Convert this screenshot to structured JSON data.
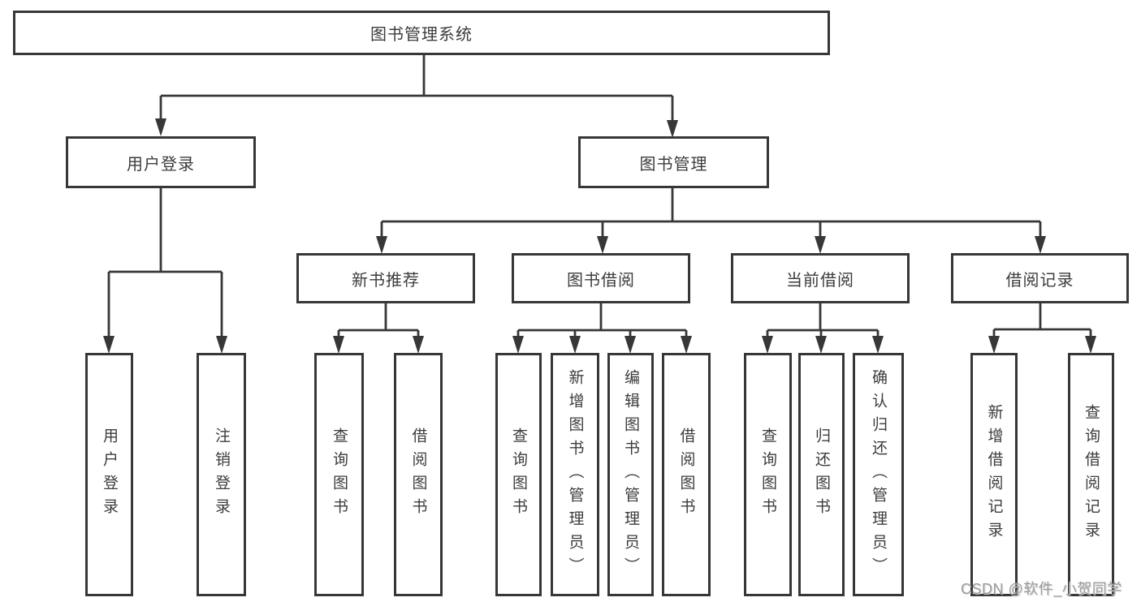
{
  "diagram_title": "图书管理系统",
  "watermark": "CSDN @软件_小贺同学",
  "colors": {
    "line": "#373737",
    "box_border": "#373737",
    "box_background": "#ffffff",
    "text": "#3c3c3c",
    "watermark_text": "#9c9c9c"
  },
  "root": {
    "label": "图书管理系统"
  },
  "level2": [
    {
      "label": "用户登录"
    },
    {
      "label": "图书管理"
    }
  ],
  "level3": [
    {
      "label": "新书推荐",
      "parent": "图书管理"
    },
    {
      "label": "图书借阅",
      "parent": "图书管理"
    },
    {
      "label": "当前借阅",
      "parent": "图书管理"
    },
    {
      "label": "借阅记录",
      "parent": "图书管理"
    }
  ],
  "leaves": [
    {
      "label": "用户登录",
      "parent": "用户登录"
    },
    {
      "label": "注销登录",
      "parent": "用户登录"
    },
    {
      "label": "查询图书",
      "parent": "新书推荐"
    },
    {
      "label": "借阅图书",
      "parent": "新书推荐"
    },
    {
      "label": "查询图书",
      "parent": "图书借阅"
    },
    {
      "label": "新增图书（管理员）",
      "parent": "图书借阅"
    },
    {
      "label": "编辑图书（管理员）",
      "parent": "图书借阅"
    },
    {
      "label": "借阅图书",
      "parent": "图书借阅"
    },
    {
      "label": "查询图书",
      "parent": "当前借阅"
    },
    {
      "label": "归还图书",
      "parent": "当前借阅"
    },
    {
      "label": "确认归还（管理员）",
      "parent": "当前借阅"
    },
    {
      "label": "新增借阅记录",
      "parent": "借阅记录"
    },
    {
      "label": "查询借阅记录",
      "parent": "借阅记录"
    }
  ]
}
